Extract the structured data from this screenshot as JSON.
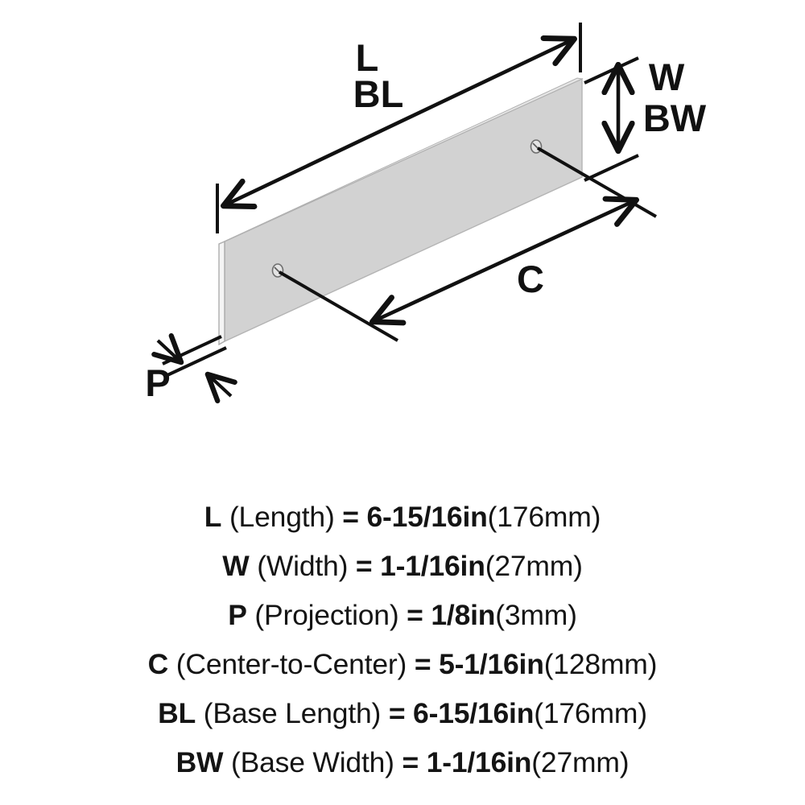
{
  "diagram": {
    "title": "cabinet pull dimension diagram",
    "view": "isometric",
    "colors": {
      "face": "#d2d2d2",
      "edge_light": "#f2f2f2",
      "outline": "#9a9a9a",
      "line": "#111111",
      "background": "#ffffff"
    },
    "labels": [
      {
        "id": "L",
        "text": "L"
      },
      {
        "id": "BL",
        "text": "BL"
      },
      {
        "id": "W",
        "text": "W"
      },
      {
        "id": "BW",
        "text": "BW"
      },
      {
        "id": "C",
        "text": "C"
      },
      {
        "id": "P",
        "text": "P"
      }
    ]
  },
  "specs": [
    {
      "abbr": "L",
      "name": "(Length)",
      "eq": "=",
      "imperial": "6-15/16in",
      "metric": "(176mm)"
    },
    {
      "abbr": "W",
      "name": "(Width)",
      "eq": "=",
      "imperial": "1-1/16in",
      "metric": "(27mm)"
    },
    {
      "abbr": "P",
      "name": "(Projection)",
      "eq": "=",
      "imperial": "1/8in",
      "metric": "(3mm)"
    },
    {
      "abbr": "C",
      "name": "(Center-to-Center)",
      "eq": "=",
      "imperial": "5-1/16in",
      "metric": "(128mm)"
    },
    {
      "abbr": "BL",
      "name": "(Base Length)",
      "eq": "=",
      "imperial": "6-15/16in",
      "metric": "(176mm)"
    },
    {
      "abbr": "BW",
      "name": "(Base Width)",
      "eq": "=",
      "imperial": "1-1/16in",
      "metric": "(27mm)"
    }
  ]
}
